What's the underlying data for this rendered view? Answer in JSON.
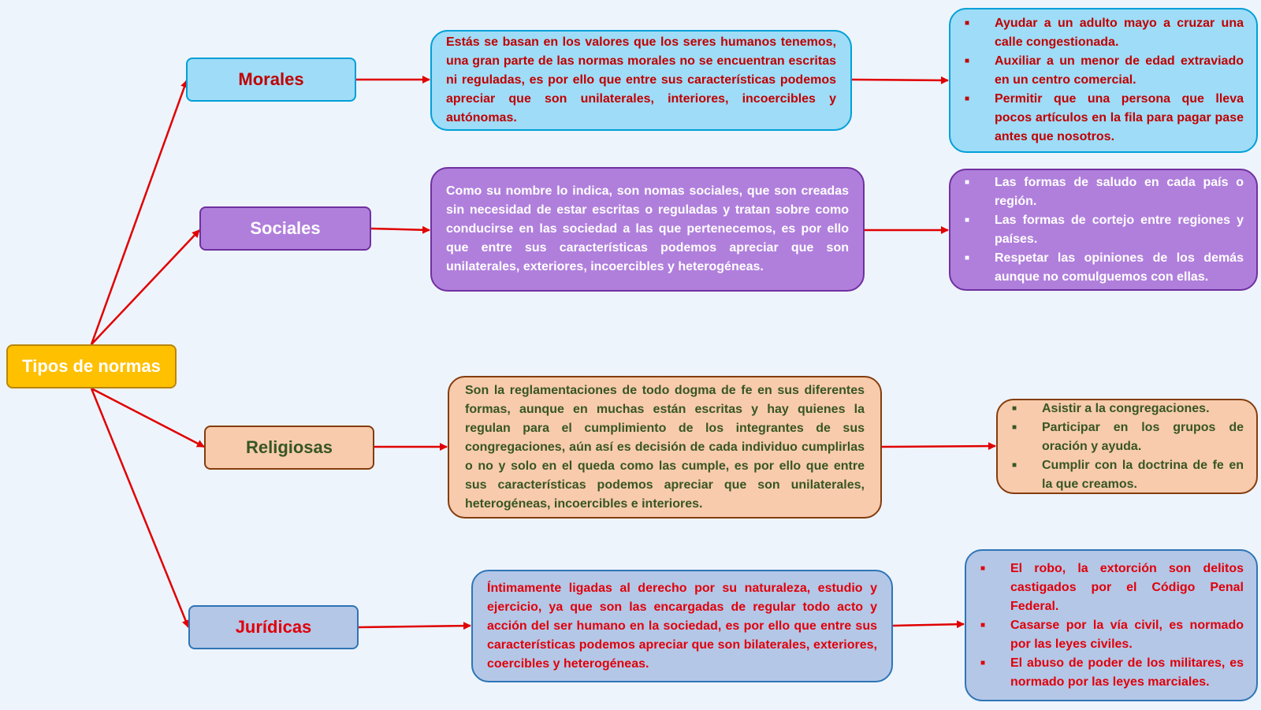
{
  "root": {
    "label": "Tipos de normas"
  },
  "colors": {
    "arrow": "#e00000",
    "root_fill": "#ffc000",
    "morales_fill": "#9fdcf7",
    "sociales_fill": "#b07fdc",
    "religiosas_fill": "#f8cbad",
    "juridicas_fill": "#b4c7e7"
  },
  "categories": [
    {
      "key": "morales",
      "label": "Morales",
      "description": "Estás se basan en los valores que los seres humanos tenemos, una gran parte de las normas morales no se encuentran escritas ni reguladas, es por ello que entre sus características podemos apreciar que son unilaterales, interiores, incoercibles y autónomas.",
      "examples": [
        "Ayudar a un adulto mayo a cruzar una calle congestionada.",
        "Auxiliar a un menor de edad extraviado en un centro comercial.",
        "Permitir que una persona que lleva pocos artículos en la fila para pagar pase antes que nosotros."
      ]
    },
    {
      "key": "sociales",
      "label": "Sociales",
      "description": "Como su nombre lo indica, son nomas sociales, que son creadas sin necesidad de estar escritas o reguladas y tratan sobre como conducirse en las sociedad a las que pertenecemos, es por ello que entre sus características podemos apreciar que son unilaterales, exteriores, incoercibles y heterogéneas.",
      "examples": [
        "Las formas de saludo en cada país o región.",
        "Las formas de cortejo entre regiones y países.",
        "Respetar las opiniones de los demás aunque no comulguemos con ellas."
      ]
    },
    {
      "key": "religiosas",
      "label": "Religiosas",
      "description": "Son la reglamentaciones de todo dogma de fe en sus diferentes formas, aunque en muchas están escritas y hay quienes la regulan para el cumplimiento de los integrantes de sus congregaciones, aún así es decisión de cada individuo cumplirlas o no y solo en el queda como las cumple, es por ello que entre sus características podemos apreciar que son unilaterales, heterogéneas, incoercibles e interiores.",
      "examples": [
        "Asistir a la congregaciones.",
        "Participar en los grupos de oración y ayuda.",
        "Cumplir con la doctrina de fe en la que creamos."
      ]
    },
    {
      "key": "juridicas",
      "label": "Jurídicas",
      "description": "Íntimamente ligadas al derecho por su naturaleza, estudio y ejercicio, ya que son las encargadas de regular todo acto y acción del ser humano en la sociedad, es por ello que entre sus características podemos apreciar que son bilaterales, exteriores, coercibles y heterogéneas.",
      "examples": [
        "El robo, la extorción son delitos castigados por el Código Penal Federal.",
        "Casarse por la vía civil, es normado por las leyes civiles.",
        "El abuso de poder de los militares, es normado por las leyes marciales."
      ]
    }
  ]
}
